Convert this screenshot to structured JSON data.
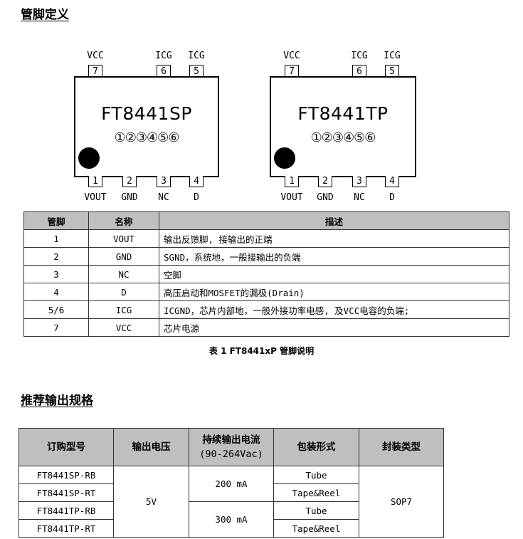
{
  "section1": {
    "title": "管脚定义"
  },
  "chips": [
    {
      "name": "FT8441SP",
      "numbers": "①②③④⑤⑥",
      "top_pins": [
        {
          "num": "7",
          "label": "VCC"
        },
        {
          "num": "6",
          "label": "ICG"
        },
        {
          "num": "5",
          "label": "ICG"
        }
      ],
      "bottom_pins": [
        {
          "num": "1",
          "label": "VOUT"
        },
        {
          "num": "2",
          "label": "GND"
        },
        {
          "num": "3",
          "label": "NC"
        },
        {
          "num": "4",
          "label": "D"
        }
      ]
    },
    {
      "name": "FT8441TP",
      "numbers": "①②③④⑤⑥",
      "top_pins": [
        {
          "num": "7",
          "label": "VCC"
        },
        {
          "num": "6",
          "label": "ICG"
        },
        {
          "num": "5",
          "label": "ICG"
        }
      ],
      "bottom_pins": [
        {
          "num": "1",
          "label": "VOUT"
        },
        {
          "num": "2",
          "label": "GND"
        },
        {
          "num": "3",
          "label": "NC"
        },
        {
          "num": "4",
          "label": "D"
        }
      ]
    }
  ],
  "pin_table": {
    "headers": [
      "管脚",
      "名称",
      "描述"
    ],
    "rows": [
      [
        "1",
        "VOUT",
        "输出反馈脚, 接输出的正端"
      ],
      [
        "2",
        "GND",
        "SGND，系统地，一般接输出的负端"
      ],
      [
        "3",
        "NC",
        "空脚"
      ],
      [
        "4",
        "D",
        "高压启动和MOSFET的漏极(Drain)"
      ],
      [
        "5/6",
        "ICG",
        "ICGND，芯片内部地，一般外接功率电感, 及VCC电容的负端;"
      ],
      [
        "7",
        "VCC",
        "芯片电源"
      ]
    ],
    "caption": "表 1 FT8441xP 管脚说明"
  },
  "section2": {
    "title": "推荐输出规格"
  },
  "order_table": {
    "headers": [
      "订购型号",
      "输出电压",
      "持续输出电流",
      "(90-264Vac)",
      "包装形式",
      "封装类型"
    ],
    "models": [
      "FT8441SP-RB",
      "FT8441SP-RT",
      "FT8441TP-RB",
      "FT8441TP-RT"
    ],
    "voltage": "5V",
    "currents": [
      "200 mA",
      "300 mA"
    ],
    "packing": [
      "Tube",
      "Tape&Reel",
      "Tube",
      "Tape&Reel"
    ],
    "package": "SOP7"
  }
}
